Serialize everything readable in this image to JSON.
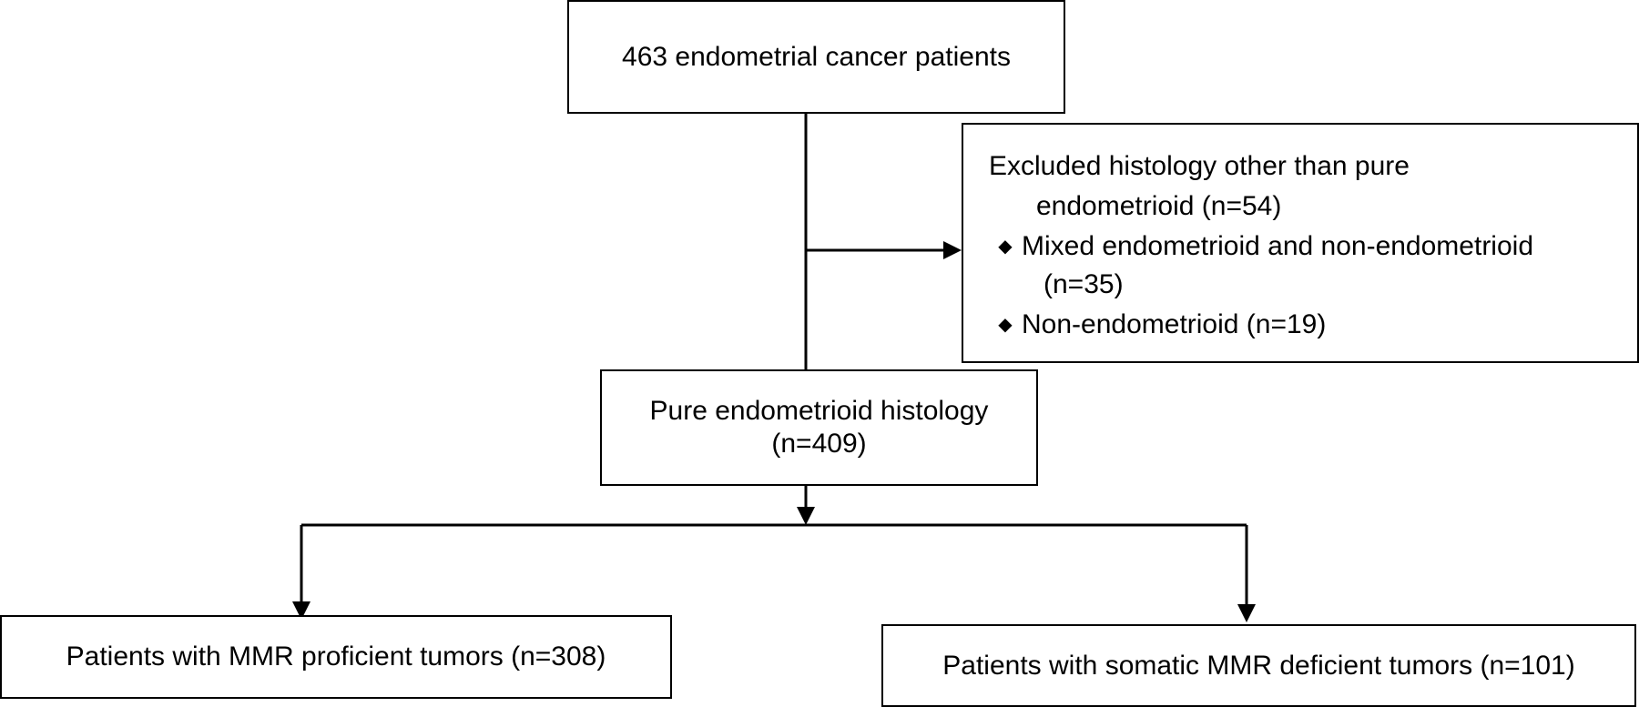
{
  "flowchart": {
    "total": {
      "label": "463 endometrial cancer patients"
    },
    "excluded": {
      "title_line1": "Excluded histology other than pure",
      "title_line2": "endometrioid (n=54)",
      "items": [
        {
          "bullet": "◆",
          "line1": "Mixed endometrioid and non-endometrioid",
          "line2": "(n=35)"
        },
        {
          "bullet": "◆",
          "line1": "Non-endometrioid (n=19)"
        }
      ]
    },
    "pure": {
      "line1": "Pure endometrioid histology",
      "line2": "(n=409)"
    },
    "proficient": {
      "label": "Patients with MMR proficient tumors (n=308)"
    },
    "deficient": {
      "label": "Patients with somatic MMR deficient tumors (n=101)"
    }
  }
}
